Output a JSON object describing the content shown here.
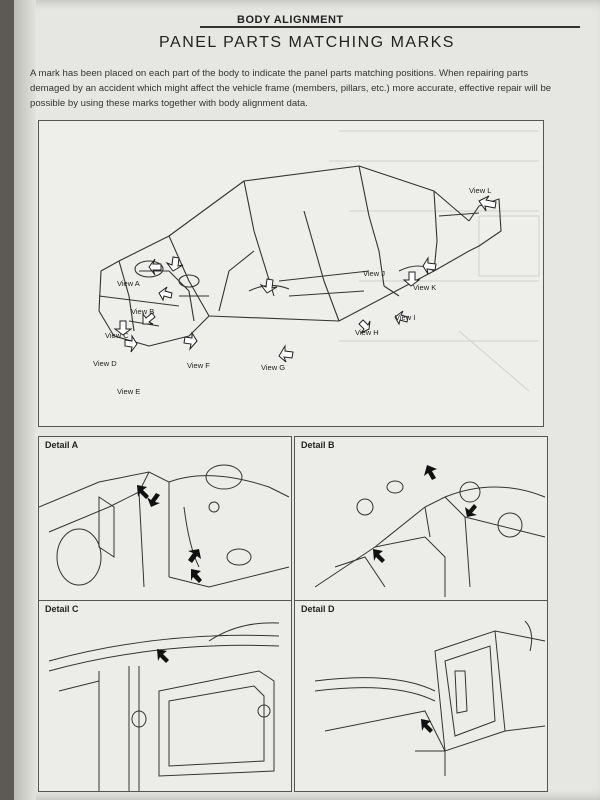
{
  "header": {
    "section": "BODY ALIGNMENT",
    "title": "PANEL PARTS MATCHING MARKS"
  },
  "intro_text": "A mark has been placed on each part of the body to indicate the panel parts matching positions. When repairing parts demaged by an accident which might affect the vehicle frame (members, pillars, etc.) more accurate, effective repair will be possible by using these marks together with body alignment data.",
  "main_figure": {
    "views": [
      {
        "id": "A",
        "label": "View A"
      },
      {
        "id": "B",
        "label": "View B"
      },
      {
        "id": "C",
        "label": "View C"
      },
      {
        "id": "D",
        "label": "View D"
      },
      {
        "id": "E",
        "label": "View E"
      },
      {
        "id": "F",
        "label": "View F"
      },
      {
        "id": "G",
        "label": "View G"
      },
      {
        "id": "H",
        "label": "View H"
      },
      {
        "id": "I",
        "label": "View I"
      },
      {
        "id": "J",
        "label": "View J"
      },
      {
        "id": "K",
        "label": "View K"
      },
      {
        "id": "L",
        "label": "View L"
      }
    ]
  },
  "details": [
    {
      "id": "A",
      "label": "Detail A"
    },
    {
      "id": "B",
      "label": "Detail B"
    },
    {
      "id": "C",
      "label": "Detail C"
    },
    {
      "id": "D",
      "label": "Detail D"
    }
  ]
}
